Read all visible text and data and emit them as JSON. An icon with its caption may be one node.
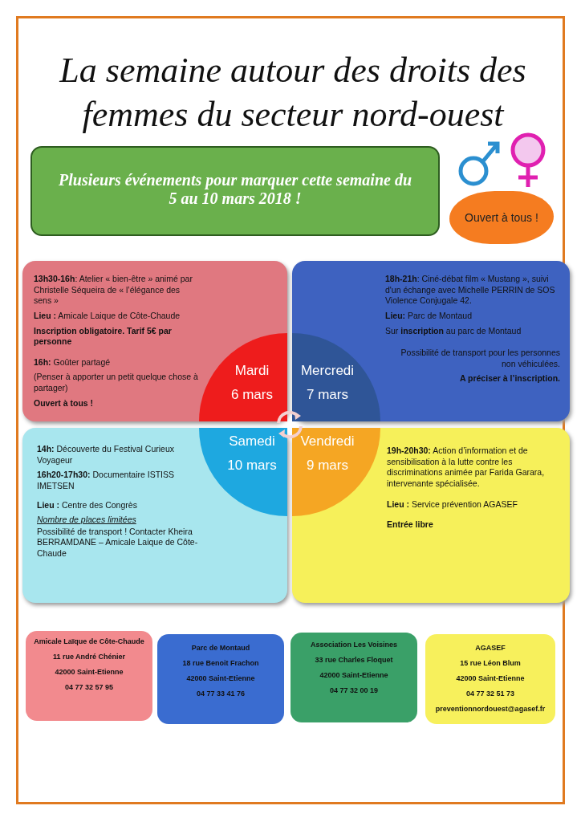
{
  "diagram": {
    "title": "La semaine autour des droits des femmes du secteur nord-ouest",
    "nodes": [
      {
        "text": [
          "Plusieurs événements pour marquer cette semaine du 5 au 10 mars 2018 !"
        ]
      },
      {
        "text": [
          "Ouvert à tous !"
        ]
      },
      {
        "text": [
          "**13h30-16h**: Atelier « bien-être » animé par Christelle Séqueira de « l’élégance des sens »",
          "**Lieu :** Amicale Laique de Côte-Chaude",
          "Inscription obligatoire. Tarif 5€ par personne",
          "**16h:** Goûter partagé",
          "(Penser à apporter un petit quelque chose à partager)",
          "Ouvert à tous !"
        ]
      },
      {
        "text": [
          "**18h-21h**: Ciné-débat film « Mustang », suivi d'un échange avec Michelle PERRIN de SOS Violence Conjugale 42.",
          "**Lieu:** Parc de Montaud",
          "Sur **inscription** au parc de Montaud",
          "Possibilité de transport pour les personnes non véhiculées.",
          "A préciser à l’inscription."
        ]
      },
      {
        "text": [
          "**14h:** Découverte du Festival Curieux Voyageur",
          "**16h20-17h30:** Documentaire ISTISS IMETSEN",
          "**Lieu :** Centre des Congrès",
          "Nombre de places limitées",
          "Possibilité de transport ! Contacter Kheira BERRAMDANE – Amicale Laique de Côte-Chaude"
        ]
      },
      {
        "text": [
          "**19h-20h30:** Action d’information et de sensibilisation à la lutte contre les discriminations animée par Farida Garara, intervenante spécialisée.",
          "**Lieu :** Service prévention AGASEF",
          "Entrée libre"
        ]
      },
      {
        "text": [
          "Mardi",
          "6 mars"
        ],
        "in": 2
      },
      {
        "text": [
          "Mercredi",
          "7 mars"
        ],
        "in": 3
      },
      {
        "text": [
          "Samedi",
          "10 mars"
        ],
        "in": 4
      },
      {
        "text": [
          "Vendredi",
          "9 mars"
        ],
        "in": 5
      },
      {
        "text": [
          "Amicale Laïque de Côte-Chaude",
          "11 rue André Chénier",
          "42000 Saint-Etienne",
          "04 77 32 57 95"
        ]
      },
      {
        "text": [
          "Parc de Montaud",
          "18 rue Benoit Frachon",
          "42000 Saint-Etienne",
          "04 77 33 41 76"
        ]
      },
      {
        "text": [
          "Association Les Voisines",
          "33 rue Charles Floquet",
          "42000 Saint-Etienne",
          "04 77 32 00 19"
        ]
      },
      {
        "text": [
          "AGASEF",
          "15 rue Léon Blum",
          "42000 Saint-Etienne",
          "04 77 32 51 73",
          "preventionnordouest@agasef.fr"
        ]
      }
    ]
  }
}
